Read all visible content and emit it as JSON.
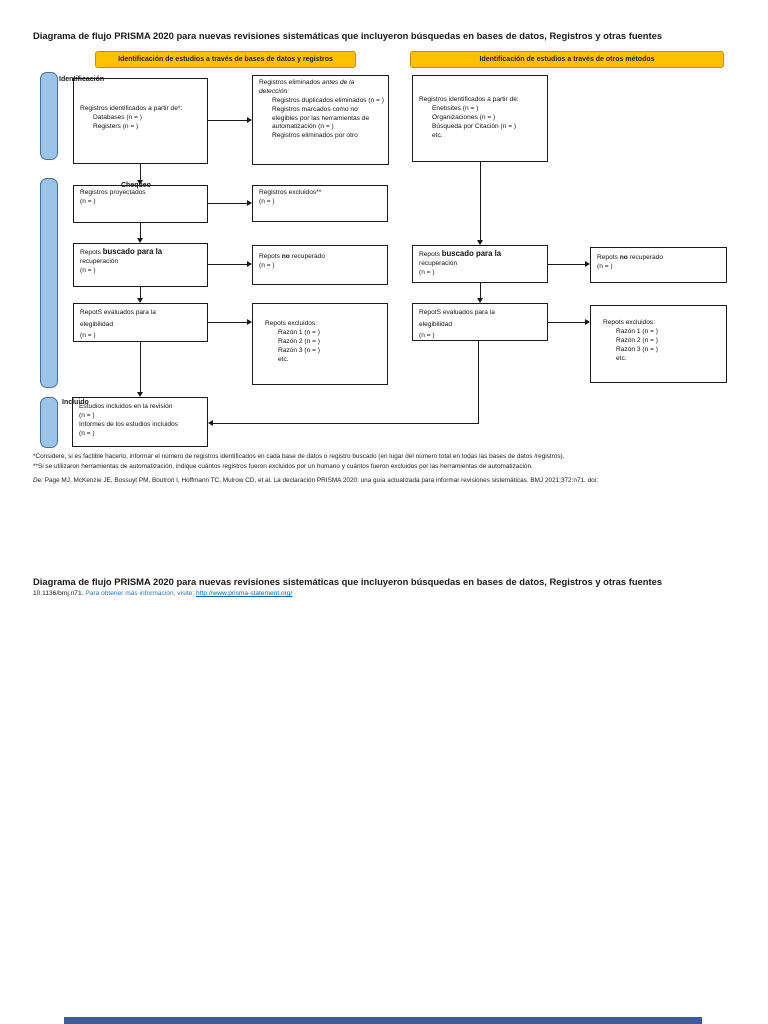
{
  "colors": {
    "header_orange": "#FFC000",
    "header_orange_border": "#BF9000",
    "stage_blue_fill": "#9DC3E6",
    "stage_blue_border": "#41719C",
    "info_blue": "#2E74B5",
    "link_blue": "#0563C1",
    "footer_bar_blue": "#3D5B99"
  },
  "title": "Diagrama de flujo PRISMA 2020 para nuevas revisiones sistemáticas que incluyeron búsquedas en bases de datos, Registros y otras fuentes",
  "headers": {
    "databases": "Identificación de estudios a través de bases de datos y registros",
    "other_methods": "Identificación de estudios a través de otros métodos"
  },
  "stages": {
    "identification": "Identificación",
    "screening": "Chequeo",
    "included": "Incluido"
  },
  "boxes": {
    "db_identified": {
      "lines": [
        "Registros identificados  a partir de*:",
        {
          "t": "Databases  (n = )",
          "ind": 1
        },
        {
          "t": "Registers  (n = )",
          "ind": 1
        }
      ]
    },
    "db_removed": {
      "lines": [
        {
          "parts": [
            {
              "t": "Registros eliminados "
            },
            {
              "t": "antes de la detección:",
              "i": 1
            }
          ]
        },
        {
          "t": "Registros duplicados eliminados (n = )",
          "ind": 1
        },
        {
          "t": "Registros marcados como no elegibles por las herramientas de automatización (n =  )",
          "ind": 1
        },
        {
          "t": "Registros eliminados por otro",
          "ind": 1
        }
      ]
    },
    "db_screened": {
      "lines": [
        "Registros proyectados",
        "(n = )"
      ]
    },
    "db_excluded": {
      "lines": [
        "Registros excluidos**",
        "(n = )"
      ]
    },
    "db_sought": {
      "lines": [
        {
          "parts": [
            {
              "t": "Repots "
            },
            {
              "t": "buscado para la",
              "b": 1,
              "lg": 1
            }
          ]
        },
        "recuperación",
        "(n = )"
      ]
    },
    "db_not_retrieved": {
      "lines": [
        {
          "parts": [
            {
              "t": "Repots "
            },
            {
              "t": "no",
              "b": 1
            },
            {
              "t": " recuperado"
            }
          ]
        },
        "(n = )"
      ]
    },
    "db_assessed": {
      "lines": [
        "RepotS evaluados para la",
        "elegibilidad",
        "(n = )"
      ]
    },
    "db_reports_excluded": {
      "lines": [
        "Repots  excluidos:",
        {
          "t": "Razón 1 (n =  )",
          "ind": 1
        },
        {
          "t": "Razón 2 (n =  )",
          "ind": 1
        },
        {
          "t": "Razón 3 (n =  )",
          "ind": 1
        },
        {
          "t": "etc.",
          "ind": 1
        }
      ]
    },
    "included_studies": {
      "lines": [
        "Estudios incluidos en la revisión",
        "(n = )",
        "Informes de los estudios incluidos",
        "(n = )"
      ]
    },
    "other_identified": {
      "lines": [
        "Registros identificados  a partir de:",
        {
          "t": "Enebsites (n = )",
          "ind": 1
        },
        {
          "t": "Organizaciones (n = )",
          "ind": 1
        },
        {
          "t": "Búsqueda por Citación   (n =  )",
          "ind": 1
        },
        {
          "t": "etc.",
          "ind": 1
        }
      ]
    },
    "other_sought": {
      "lines": [
        {
          "parts": [
            {
              "t": "Repots "
            },
            {
              "t": "buscado para la",
              "b": 1,
              "lg": 1
            }
          ]
        },
        "recuperación",
        "(n = )"
      ]
    },
    "other_not_retrieved": {
      "lines": [
        {
          "parts": [
            {
              "t": "Repots "
            },
            {
              "t": "no",
              "b": 1
            },
            {
              "t": " recuperado"
            }
          ]
        },
        "(n = )"
      ]
    },
    "other_assessed": {
      "lines": [
        "RepotS evaluados para la",
        "elegibilidad",
        "(n = )"
      ]
    },
    "other_reports_excluded": {
      "lines": [
        "Repots  excluidos:",
        {
          "t": "Razón 1 (n =  )",
          "ind": 1
        },
        {
          "t": "Razón 2 (n =  )",
          "ind": 1
        },
        {
          "t": "Razón 3 (n =  )",
          "ind": 1
        },
        {
          "t": "etc.",
          "ind": 1
        }
      ]
    }
  },
  "footnotes": {
    "f1": "*Considere, si es factible hacerlo, informar el número de registros identificados en cada base de datos o registro buscado (en lugar del número total en todas las bases de datos /registros).",
    "f2": "**Si se utilizaron herramientas de automatización, indique cuántos registros fueron excluidos por un humano y cuántos fueron excluidos por las herramientas de automatización."
  },
  "citation": {
    "prefix": "De:",
    "text": " Page MJ, McKenzie JE, Bossuyt PM, Boutron I, Hoffmann TC, Mulrow CD, et al. La declaración PRISMA 2020: una guía actualizada para informar revisiones sistemáticas. BMJ 2021;372:n71. doi:"
  },
  "bottom": {
    "title": "Diagrama de flujo PRISMA 2020 para nuevas revisiones sistemáticas que incluyeron búsquedas en bases de datos, Registros y otras fuentes",
    "doi": "10.1136/bmj.n71. ",
    "info": "Para obtener más información, visite: ",
    "link": "http://www.prisma-statement.org/"
  }
}
